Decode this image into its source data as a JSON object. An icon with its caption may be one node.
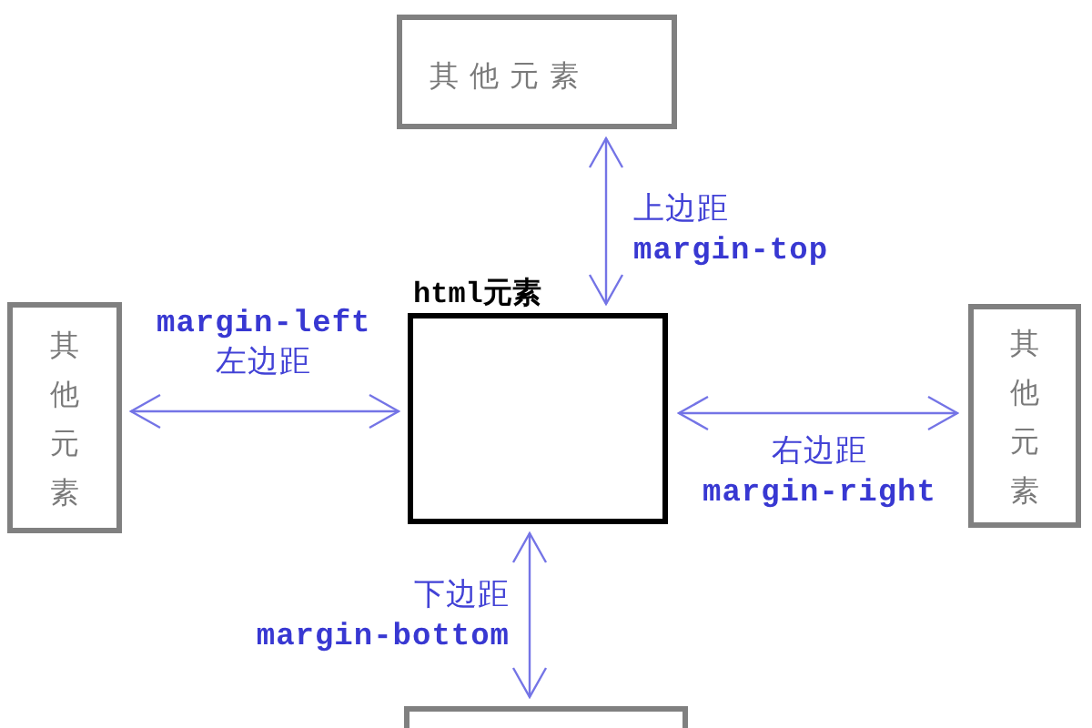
{
  "diagram": {
    "nodes": [
      {
        "text": [
          "其他元素"
        ]
      },
      {
        "text": [
          "其他元素"
        ]
      },
      {
        "text": [
          "html元素"
        ]
      },
      {
        "text": [
          "其他元素"
        ]
      },
      {
        "text": [],
        "shape": "box"
      }
    ],
    "edges": [
      {
        "from": 0,
        "to": 2,
        "arrow": "both",
        "label": "上边距 **margin-top**"
      },
      {
        "from": 1,
        "to": 2,
        "arrow": "both",
        "label": "**margin-left** 左边距"
      },
      {
        "from": 2,
        "to": 3,
        "arrow": "both",
        "label": "右边距 **margin-right**"
      },
      {
        "from": 2,
        "to": 4,
        "arrow": "both",
        "label": "下边距 **margin-bottom**"
      }
    ]
  }
}
